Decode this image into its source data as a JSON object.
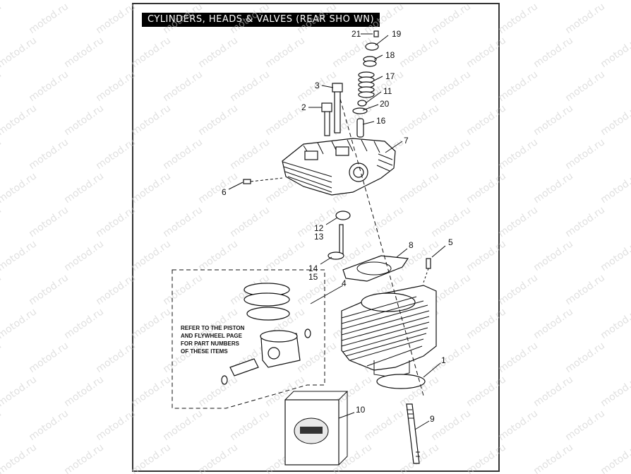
{
  "title": "CYLINDERS,  HEADS & VALVES (REAR SHO  WN)",
  "watermark": "motod.ru",
  "note": [
    "REFER TO THE PISTON",
    "AND FLYWHEEL PAGE",
    "FOR PART NUMBERS",
    "OF THESE ITEMS"
  ],
  "callouts": {
    "c21": "21",
    "c19": "19",
    "c18": "18",
    "c17": "17",
    "c11": "11",
    "c3": "3",
    "c2": "2",
    "c20": "20",
    "c16": "16",
    "c7": "7",
    "c6": "6",
    "c12": "12",
    "c13": "13",
    "c8": "8",
    "c5": "5",
    "c14": "14",
    "c15": "15",
    "c4": "4",
    "c1": "1",
    "c10": "10",
    "c9": "9"
  }
}
